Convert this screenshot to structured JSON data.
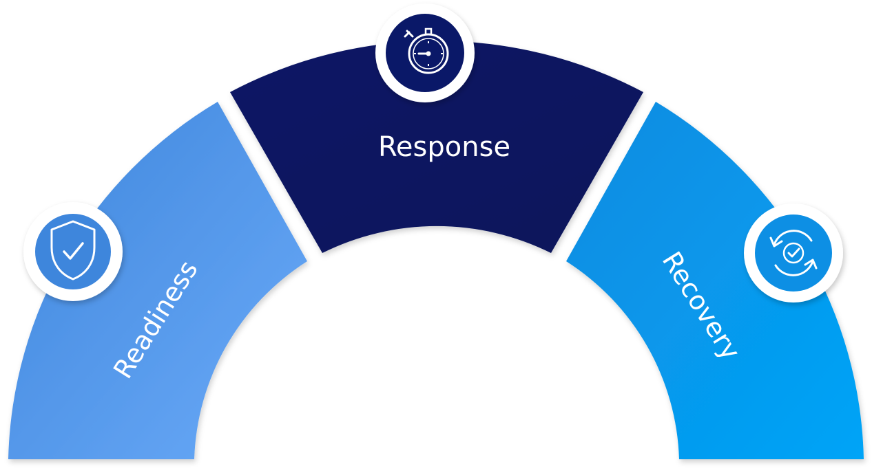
{
  "segments": [
    {
      "label": "Readiness",
      "icon": "shield-check-icon",
      "color_start": "#3f86dc",
      "color_end": "#6aaaf8"
    },
    {
      "label": "Response",
      "icon": "stopwatch-icon",
      "color_start": "#0b1a66",
      "color_end": "#07125a"
    },
    {
      "label": "Recovery",
      "icon": "refresh-check-icon",
      "color_start": "#0a8be0",
      "color_end": "#04a4f7"
    }
  ]
}
